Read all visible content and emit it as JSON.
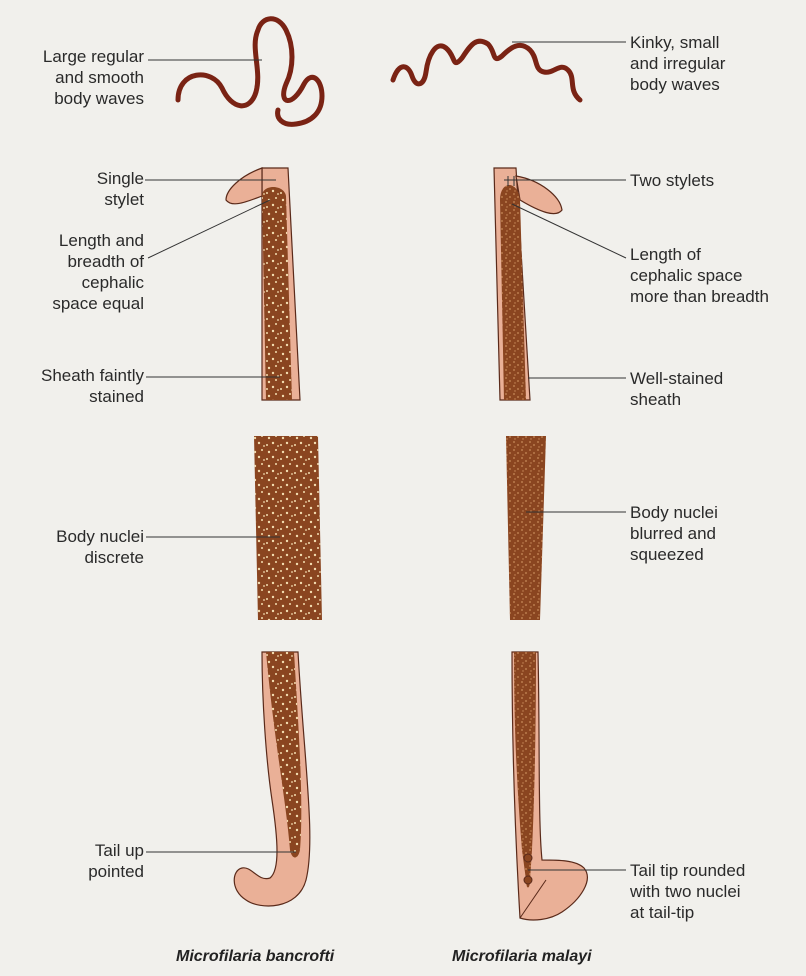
{
  "colors": {
    "background": "#f1f0ec",
    "worm_body": "#8a4520",
    "worm_wave": "#7a2314",
    "sheath": "#eab097",
    "sheath_outline": "#5a2a1a",
    "nuclei": "#f3dcb0",
    "leader_line": "#333333"
  },
  "left": {
    "labels": [
      {
        "lines": [
          "Large regular",
          "and smooth",
          "body waves"
        ]
      },
      {
        "lines": [
          "Single",
          "stylet"
        ]
      },
      {
        "lines": [
          "Length and",
          "breadth of",
          "cephalic",
          "space equal"
        ]
      },
      {
        "lines": [
          "Sheath faintly",
          "stained"
        ]
      },
      {
        "lines": [
          "Body nuclei",
          "discrete"
        ]
      },
      {
        "lines": [
          "Tail up",
          "pointed"
        ]
      }
    ],
    "caption": "Microfilaria bancrofti"
  },
  "right": {
    "labels": [
      {
        "lines": [
          "Kinky, small",
          "and irregular",
          "body waves"
        ]
      },
      {
        "lines": [
          "Two stylets"
        ]
      },
      {
        "lines": [
          "Length of",
          "cephalic space",
          "more than breadth"
        ]
      },
      {
        "lines": [
          "Well-stained",
          "sheath"
        ]
      },
      {
        "lines": [
          "Body nuclei",
          "blurred and",
          "squeezed"
        ]
      },
      {
        "lines": [
          "Tail tip rounded",
          "with two nuclei",
          "at tail-tip"
        ]
      }
    ],
    "caption": "Microfilaria malayi"
  }
}
